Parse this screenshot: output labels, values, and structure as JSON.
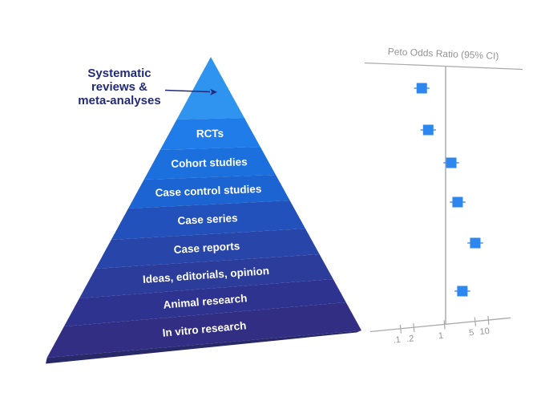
{
  "pyramid": {
    "annotation": {
      "lines": [
        "Systematic",
        "reviews &",
        "meta-analyses"
      ],
      "text_color": "#222b79"
    },
    "label_color": "#ffffff",
    "base_shadow_color": "#272968",
    "bands": [
      {
        "label": "",
        "color": "#2f93f0"
      },
      {
        "label": "RCTs",
        "color": "#1f7ce9"
      },
      {
        "label": "Cohort studies",
        "color": "#1c70dd"
      },
      {
        "label": "Case control studies",
        "color": "#1b64d1"
      },
      {
        "label": "Case series",
        "color": "#2351bb"
      },
      {
        "label": "Case reports",
        "color": "#2846aa"
      },
      {
        "label": "Ideas, editorials, opinion",
        "color": "#2c3c9a"
      },
      {
        "label": "Animal research",
        "color": "#2f3390"
      },
      {
        "label": "In vitro research",
        "color": "#312e84"
      }
    ]
  },
  "chart_data": {
    "type": "scatter",
    "subtype": "forest-plot",
    "title": "Peto Odds Ratio (95% CI)",
    "x_scale": "log",
    "x_tick_labels": [
      ".1",
      ".2",
      "1",
      "5",
      "10"
    ],
    "x_tick_values": [
      0.1,
      0.2,
      1,
      5,
      10
    ],
    "x_range": [
      0.07,
      15
    ],
    "reference_line": 1,
    "grid": false,
    "legend": "none",
    "points": [
      {
        "or": 0.3,
        "ci_low": 0.2,
        "ci_high": 0.45
      },
      {
        "or": 0.42,
        "ci_low": 0.28,
        "ci_high": 0.63
      },
      {
        "or": 1.4,
        "ci_low": 0.93,
        "ci_high": 2.1
      },
      {
        "or": 1.95,
        "ci_low": 1.3,
        "ci_high": 2.95
      },
      {
        "or": 4.9,
        "ci_low": 3.25,
        "ci_high": 7.4
      },
      {
        "or": 2.5,
        "ci_low": 1.66,
        "ci_high": 3.77
      }
    ],
    "marker_color": "#2e87ee",
    "whisker_color": "#5592da",
    "axis_line_color": "#a9a9a9",
    "reference_line_color": "#b1b1b1",
    "text_color": "#949494"
  }
}
